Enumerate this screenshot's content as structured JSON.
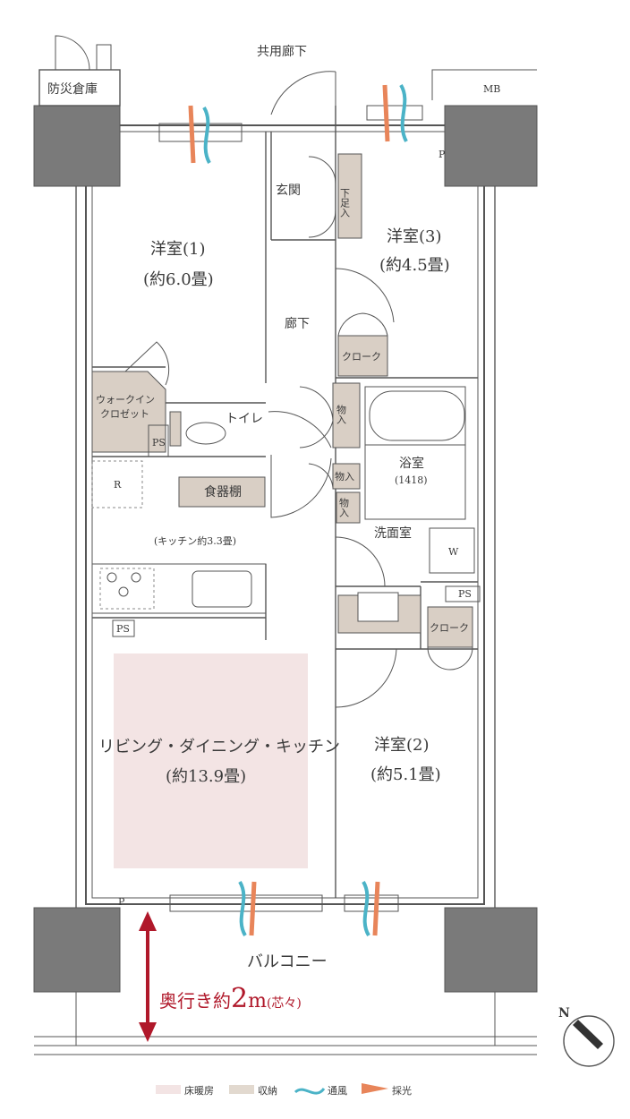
{
  "labels": {
    "shared_corridor": "共用廊下",
    "disaster_storage": "防災倉庫",
    "mb": "MB",
    "entrance": "玄関",
    "shoe_box": "下足入",
    "western1": "洋室(1)",
    "western1_size": "(約6.0畳)",
    "western3": "洋室(3)",
    "western3_size": "(約4.5畳)",
    "corridor": "廊下",
    "cloak_top": "クローク",
    "walkin": "ウォークイン",
    "closet": "クロゼット",
    "toilet": "トイレ",
    "ps1": "PS",
    "storage1": "物入",
    "storage2": "物入",
    "storage3": "物入",
    "bathroom": "浴室",
    "bath_size": "(1418)",
    "refrigerator": "R",
    "dish_shelf": "食器棚",
    "kitchen": "(キッチン約3.3畳)",
    "washroom": "洗面室",
    "washer": "W",
    "ps2": "PS",
    "ps3": "PS",
    "cloak_bottom": "クローク",
    "ldk": "リビング・ダイニング・キッチン",
    "ldk_size": "(約13.9畳)",
    "western2": "洋室(2)",
    "western2_size": "(約5.1畳)",
    "p_top": "P",
    "p_bottom": "P",
    "balcony": "バルコニー",
    "depth_main": "奥行き約",
    "depth_num": "2",
    "depth_unit": "m",
    "depth_note": "(芯々)",
    "north": "N"
  },
  "legend": [
    {
      "key": "floor_heating",
      "label": "床暖房",
      "color": "#f3e4e4"
    },
    {
      "key": "storage",
      "label": "収納",
      "color": "#e2d9cf"
    },
    {
      "key": "ventilation",
      "label": "通風",
      "color": "#4bb3c7"
    },
    {
      "key": "daylight",
      "label": "採光",
      "color": "#e8855a"
    }
  ],
  "colors": {
    "floor_heating": "#f3e4e4",
    "storage": "#d9cfc5",
    "depth_arrow": "#b0182a",
    "wind": "#4bb3c7",
    "light": "#e8855a"
  }
}
